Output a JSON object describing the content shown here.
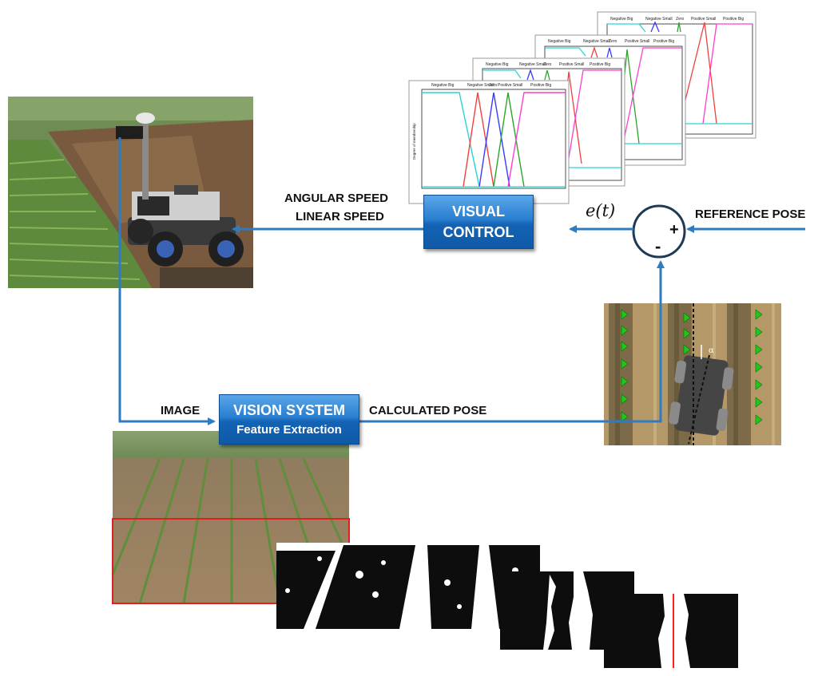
{
  "labels": {
    "angular_speed": "ANGULAR SPEED",
    "linear_speed": "LINEAR SPEED",
    "reference_pose": "REFERENCE POSE",
    "image": "IMAGE",
    "calculated_pose": "CALCULATED POSE",
    "error_signal": "e(t)"
  },
  "blocks": {
    "visual_control": {
      "line1": "VISUAL",
      "line2": "CONTROL"
    },
    "vision_system": {
      "title": "VISION SYSTEM",
      "subtitle": "Feature Extraction"
    }
  },
  "summing_junction": {
    "plus": "+",
    "minus": "-"
  },
  "schematic": {
    "angle_symbol": "α"
  },
  "membership_plots": {
    "legend": [
      "Negative Big",
      "Negative Small",
      "Zero",
      "Positive Small",
      "Positive Big"
    ],
    "ylabel": "Degree of membership"
  },
  "colors": {
    "arrow": "#2e7bc0",
    "block_top": "#5aa6e8",
    "block_bottom": "#0f5aa8",
    "roi_box": "#e02020",
    "plant_marker": "#22c51a",
    "row_line": "#ff2020"
  }
}
